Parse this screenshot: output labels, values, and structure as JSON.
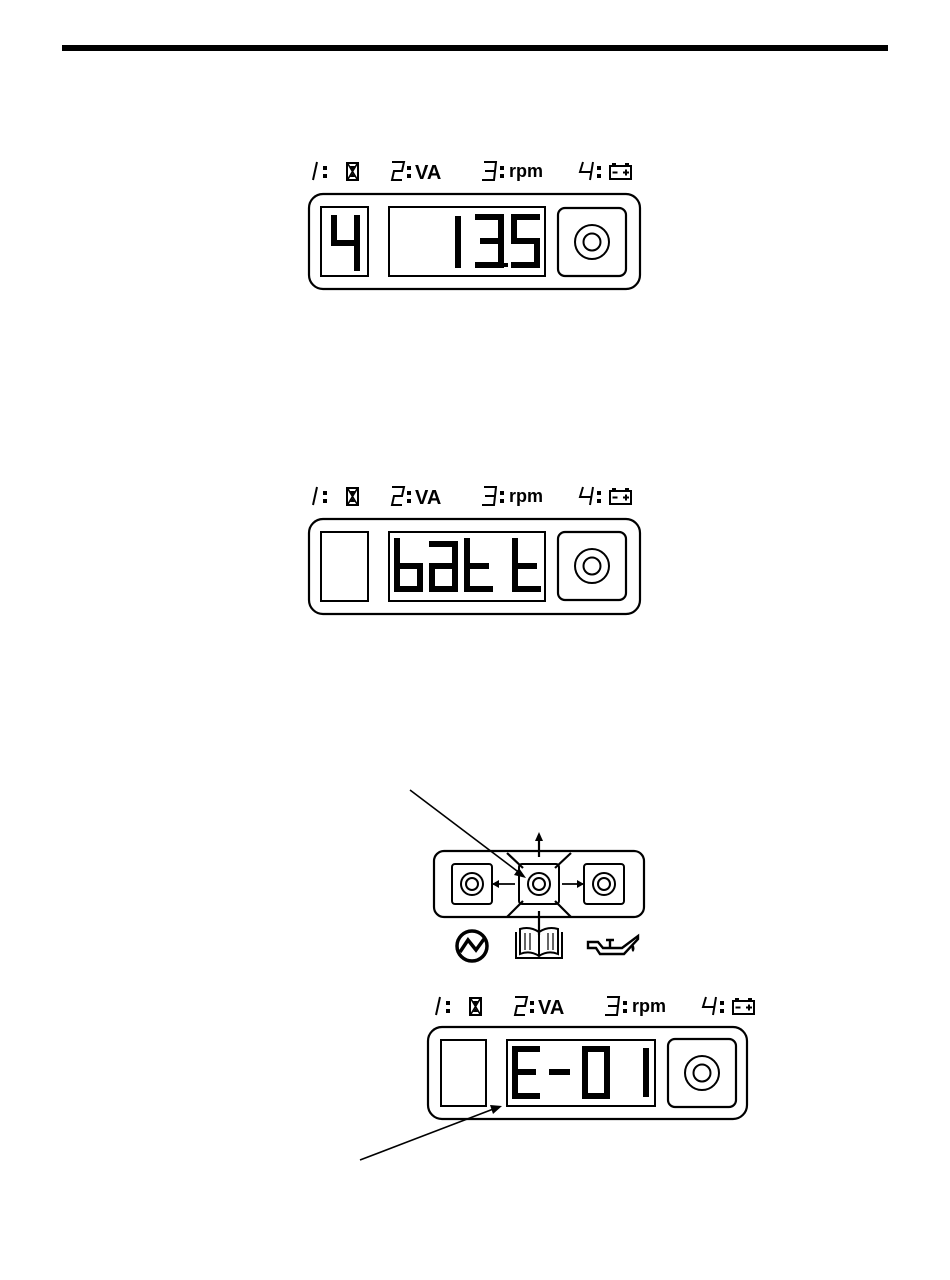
{
  "legend": {
    "item1_num": "1",
    "item2_num": "2",
    "item2_text": "VA",
    "item3_num": "3",
    "item3_text": "rpm",
    "item4_num": "4"
  },
  "icons": {
    "hourglass": "hourglass-icon",
    "battery": "battery-icon",
    "push_button": "push-button-icon",
    "no_power": "no-power-icon",
    "manual": "manual-book-icon",
    "oil": "oil-can-icon"
  },
  "panel1": {
    "mode_digit": "4",
    "value": "13.5"
  },
  "panel2": {
    "mode_digit": "",
    "value": "batt"
  },
  "panel3": {
    "mode_digit": "",
    "value": "E-01"
  },
  "colors": {
    "ink": "#000000",
    "paper": "#ffffff"
  }
}
